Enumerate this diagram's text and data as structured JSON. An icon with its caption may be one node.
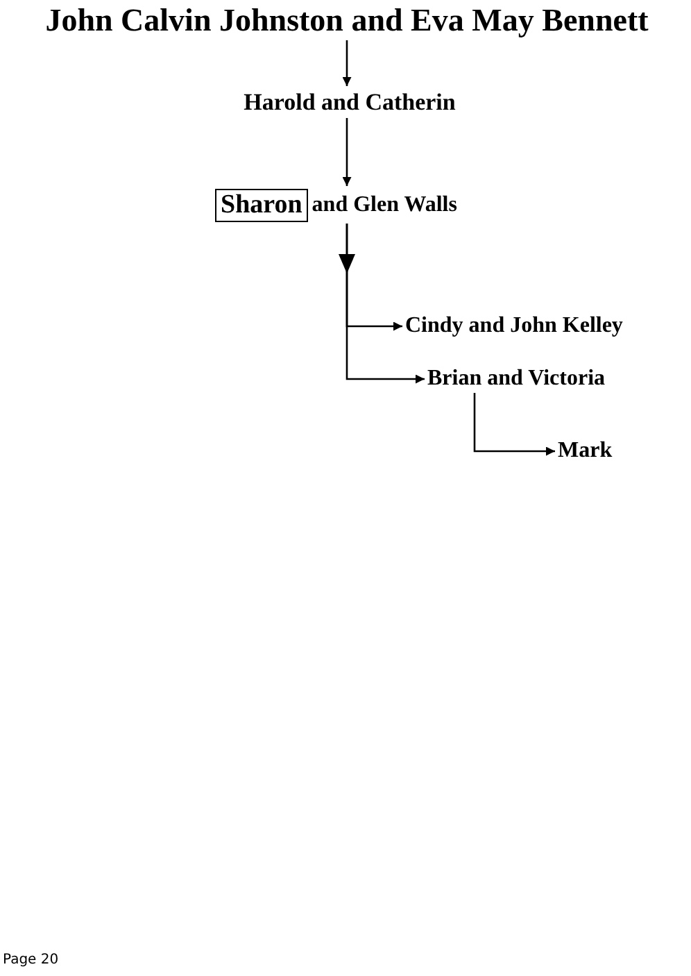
{
  "diagram": {
    "nodes": [
      {
        "text": [
          "John Calvin Johnston and Eva May Bennett"
        ]
      },
      {
        "text": [
          "Harold and Catherin"
        ]
      },
      {
        "text": [
          "Sharon"
        ],
        "beside": [
          "and Glen Walls"
        ]
      },
      {
        "text": [
          "Cindy and John Kelley"
        ]
      },
      {
        "text": [
          "Brian and Victoria"
        ]
      },
      {
        "text": [
          "Mark"
        ]
      }
    ],
    "edges": [
      {
        "from": 0,
        "to": 1,
        "arrow": "to"
      },
      {
        "from": 1,
        "to": 2,
        "arrow": "to"
      },
      {
        "from": 2,
        "to": 3,
        "arrow": "to"
      },
      {
        "from": 2,
        "to": 4,
        "arrow": "to"
      },
      {
        "from": 4,
        "to": 5,
        "arrow": "to"
      }
    ],
    "labels": [
      "Page 20"
    ]
  }
}
